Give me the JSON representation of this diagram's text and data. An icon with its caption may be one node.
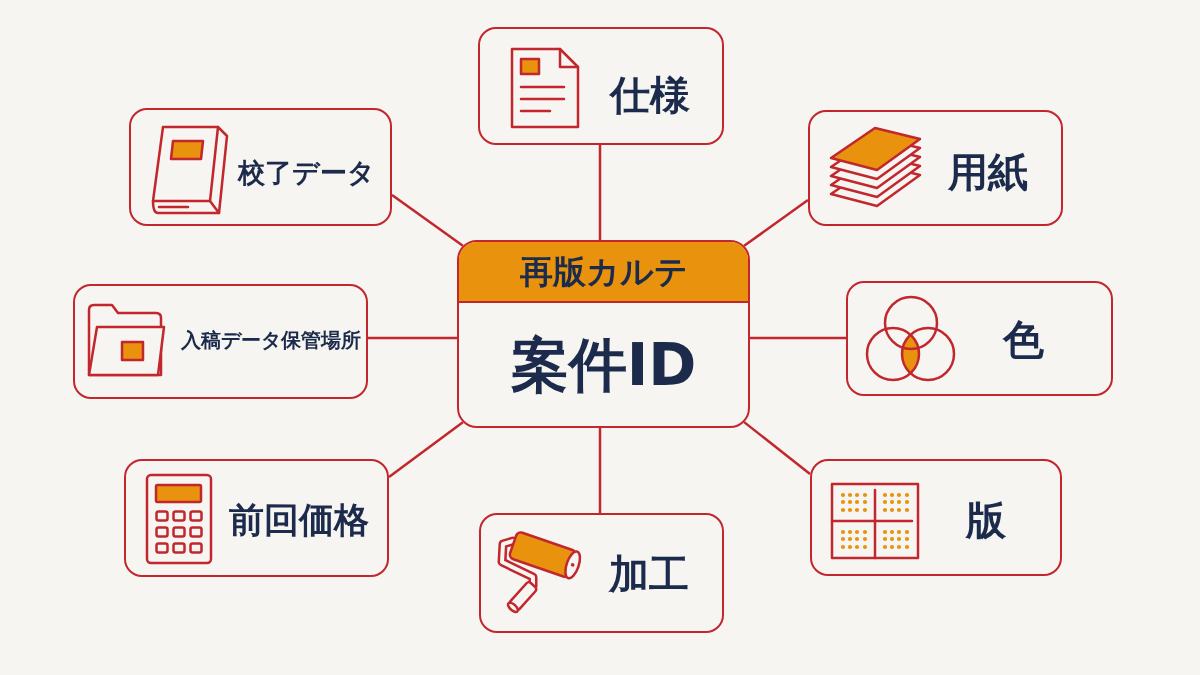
{
  "diagram": {
    "nodes": [
      {
        "text": [
          "再版カルテ",
          "案件ID"
        ]
      },
      {
        "text": [
          "仕様"
        ]
      },
      {
        "text": [
          "用紙"
        ]
      },
      {
        "text": [
          "色"
        ]
      },
      {
        "text": [
          "版"
        ]
      },
      {
        "text": [
          "加工"
        ]
      },
      {
        "text": [
          "前回価格"
        ]
      },
      {
        "text": [
          "入稿データ保管場所"
        ]
      },
      {
        "text": [
          "校了データ"
        ]
      }
    ],
    "edges": [
      {
        "from": 0,
        "to": 1,
        "arrow": "none"
      },
      {
        "from": 0,
        "to": 2,
        "arrow": "none"
      },
      {
        "from": 0,
        "to": 3,
        "arrow": "none"
      },
      {
        "from": 0,
        "to": 4,
        "arrow": "none"
      },
      {
        "from": 0,
        "to": 5,
        "arrow": "none"
      },
      {
        "from": 0,
        "to": 6,
        "arrow": "none"
      },
      {
        "from": 0,
        "to": 7,
        "arrow": "none"
      },
      {
        "from": 0,
        "to": 8,
        "arrow": "none"
      }
    ]
  }
}
